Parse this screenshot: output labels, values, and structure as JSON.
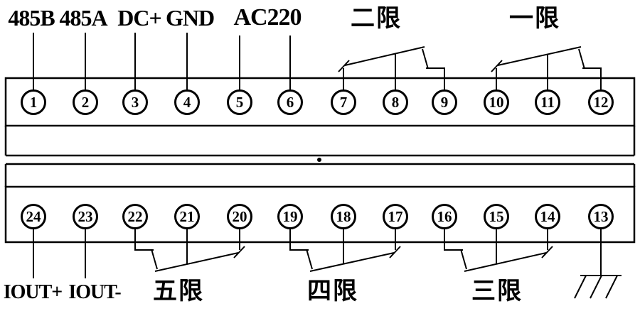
{
  "diagram": {
    "top_terminals": [
      "1",
      "2",
      "3",
      "4",
      "5",
      "6",
      "7",
      "8",
      "9",
      "10",
      "11",
      "12"
    ],
    "bottom_terminals": [
      "24",
      "23",
      "22",
      "21",
      "20",
      "19",
      "18",
      "17",
      "16",
      "15",
      "14",
      "13"
    ],
    "top_labels": {
      "rs485_b": "485B",
      "rs485_a": "485A",
      "dc_plus": "DC+",
      "gnd": "GND",
      "ac220": "AC220",
      "limit2": "二限",
      "limit1": "一限"
    },
    "bottom_labels": {
      "iout_plus": "IOUT+",
      "iout_minus": "IOUT-",
      "limit5": "五限",
      "limit4": "四限",
      "limit3": "三限"
    }
  },
  "colors": {
    "line": "#000000",
    "background": "#ffffff"
  }
}
